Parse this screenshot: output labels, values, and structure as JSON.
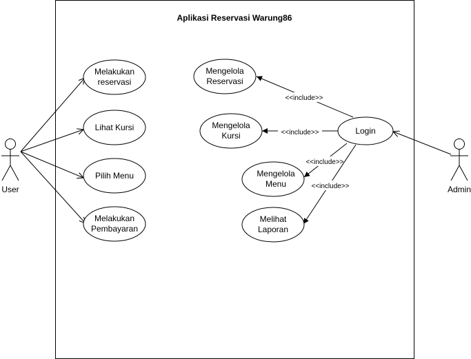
{
  "system": {
    "title": "Aplikasi Reservasi Warung86"
  },
  "actors": {
    "user": {
      "label": "User"
    },
    "admin": {
      "label": "Admin"
    }
  },
  "use_cases": {
    "melakukan_reservasi": [
      "Melakukan",
      "reservasi"
    ],
    "lihat_kursi": [
      "Lihat Kursi"
    ],
    "pilih_menu": [
      "Pilih Menu"
    ],
    "melakukan_pembayaran": [
      "Melakukan",
      "Pembayaran"
    ],
    "mengelola_reservasi": [
      "Mengelola",
      "Reservasi"
    ],
    "mengelola_kursi": [
      "Mengelola",
      "Kursi"
    ],
    "mengelola_menu": [
      "Mengelola",
      "Menu"
    ],
    "melihat_laporan": [
      "Melihat",
      "Laporan"
    ],
    "login": [
      "Login"
    ]
  },
  "relations": {
    "include_label": "<<include>>"
  }
}
